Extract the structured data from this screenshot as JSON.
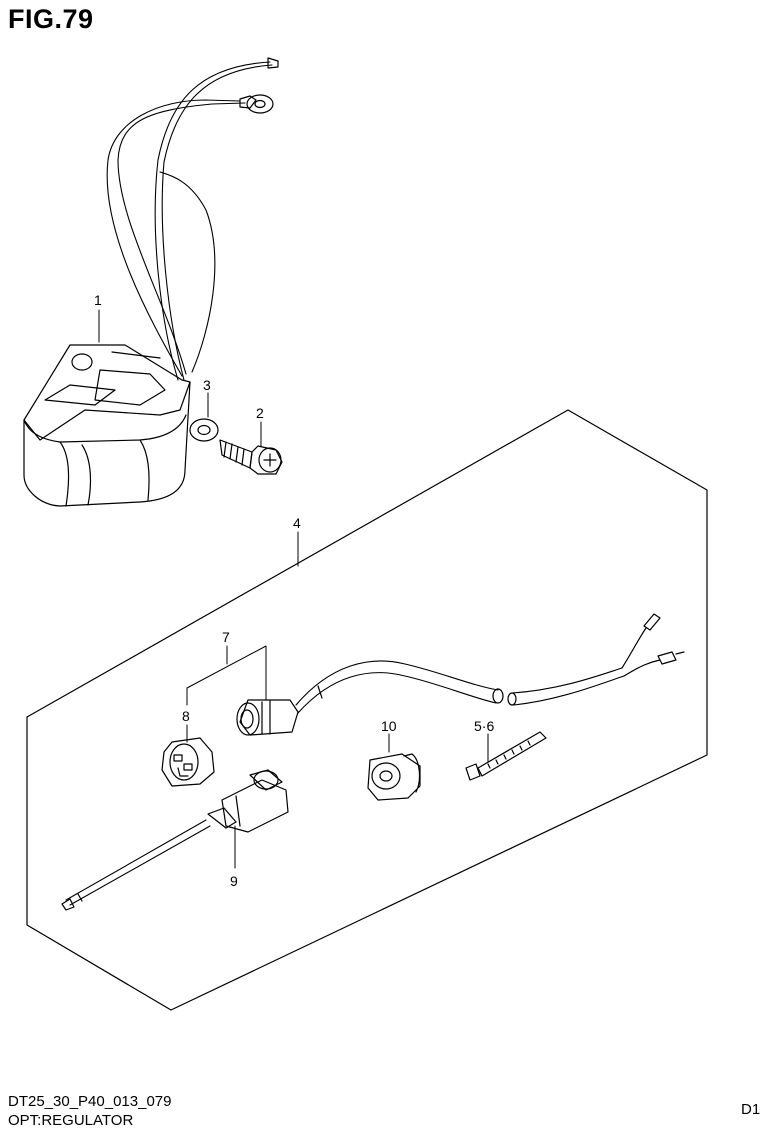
{
  "figure": {
    "title": "FIG.79",
    "code": "DT25_30_P40_013_079",
    "name": "OPT:REGULATOR",
    "page_mark": "D1"
  },
  "callouts": [
    {
      "id": "c1",
      "label": "1"
    },
    {
      "id": "c2",
      "label": "2"
    },
    {
      "id": "c3",
      "label": "3"
    },
    {
      "id": "c4",
      "label": "4"
    },
    {
      "id": "c56",
      "label": "5·6"
    },
    {
      "id": "c7",
      "label": "7"
    },
    {
      "id": "c8",
      "label": "8"
    },
    {
      "id": "c9",
      "label": "9"
    },
    {
      "id": "c10",
      "label": "10"
    }
  ]
}
